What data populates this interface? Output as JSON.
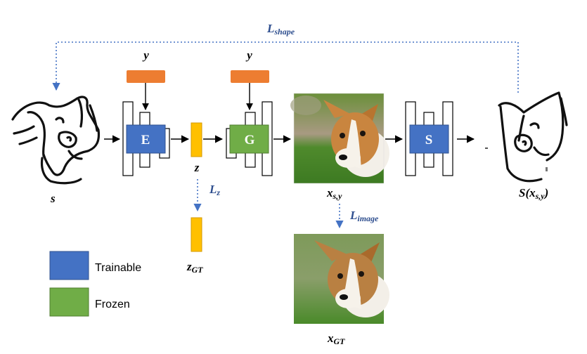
{
  "colors": {
    "trainable": "#4472c4",
    "frozen": "#70ad47",
    "condition": "#ed7d31",
    "latent": "#ffc000",
    "loss_arrow": "#4472c4",
    "loss_text": "#2f4f8f"
  },
  "labels": {
    "input_sketch": "s",
    "condition_1": "y",
    "condition_2": "y",
    "encoder": "E",
    "generator": "G",
    "segmenter": "S",
    "latent": "z",
    "latent_gt_main": "z",
    "latent_gt_sub": "GT",
    "image_main": "x",
    "image_sub": "s,y",
    "image_gt_main": "x",
    "image_gt_sub": "GT",
    "output_main": "S(x",
    "output_sub": "s,y",
    "output_close": ")"
  },
  "losses": {
    "shape_main": "L",
    "shape_sub": "shape",
    "z_main": "L",
    "z_sub": "z",
    "image_main": "L",
    "image_sub": "image"
  },
  "legend": {
    "trainable": "Trainable",
    "frozen": "Frozen"
  },
  "icons": [
    "sketch-image",
    "corgi-photo",
    "arrow-icon"
  ]
}
